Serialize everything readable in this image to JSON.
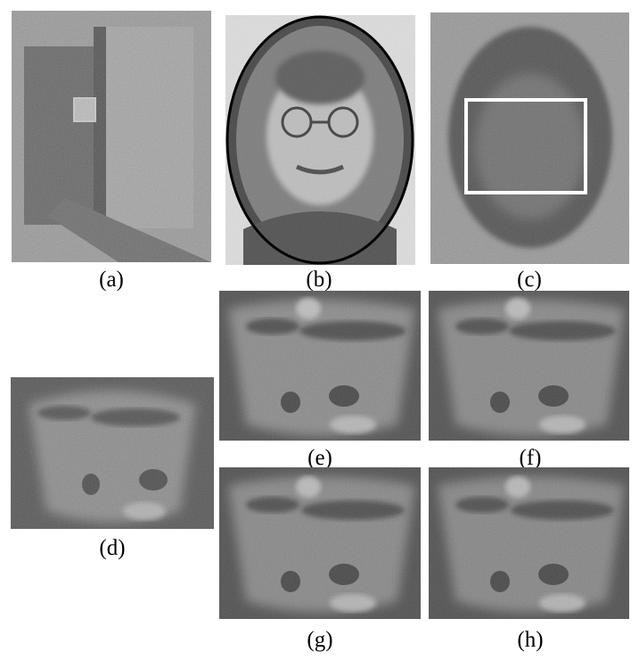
{
  "figure": {
    "captions": {
      "a": "(a)",
      "b": "(b)",
      "c": "(c)",
      "d": "(d)",
      "e": "(e)",
      "f": "(f)",
      "g": "(g)",
      "h": "(h)"
    },
    "colors": {
      "background": "#ffffff",
      "ink": "#000000",
      "dark_gray": "#2a2a2a",
      "mid_gray": "#7a7a7a",
      "light_gray": "#b5b5b5",
      "box_outline": "#ffffff"
    }
  }
}
